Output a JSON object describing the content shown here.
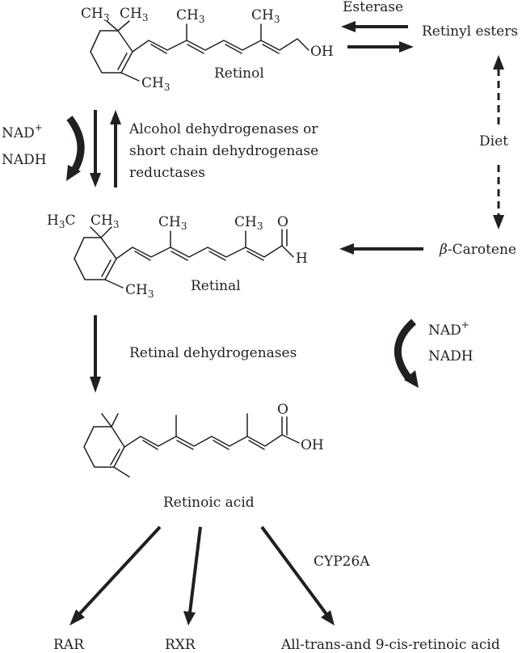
{
  "molecules": {
    "retinol": {
      "name": "Retinol",
      "gem_methyl_left": "H",
      "gem_methyl_left_sub": "3",
      "gem_methyl_left_c": "C",
      "gem_methyl_right": "CH",
      "gem_methyl_right_sub": "3",
      "ring_methyl": "CH",
      "ring_methyl_sub": "3",
      "chain_methyl_1": "CH",
      "chain_methyl_1_sub": "3",
      "chain_methyl_2": "CH",
      "chain_methyl_2_sub": "3",
      "end_group": "OH"
    },
    "retinal": {
      "name": "Retinal",
      "gem_methyl_left": "H",
      "gem_methyl_left_sub": "3",
      "gem_methyl_left_c": "C",
      "gem_methyl_right": "CH",
      "gem_methyl_right_sub": "3",
      "ring_methyl": "CH",
      "ring_methyl_sub": "3",
      "chain_methyl_1": "CH",
      "chain_methyl_1_sub": "3",
      "chain_methyl_2": "CH",
      "chain_methyl_2_sub": "3",
      "aldehyde_o": "O",
      "aldehyde_h": "H"
    },
    "retinoic_acid": {
      "name": "Retinoic acid",
      "acid_o": "O",
      "acid_oh": "OH"
    }
  },
  "labels": {
    "esterase": "Esterase",
    "retinyl_esters": "Retinyl esters",
    "diet": "Diet",
    "beta_carotene_symbol": "β",
    "beta_carotene_rest": "-Carotene",
    "nad_plus_1": "NAD",
    "nad_plus_1_sup": "+",
    "nadh_1": "NADH",
    "enzyme_1_line1": "Alcohol dehydrogenases or",
    "enzyme_1_line2": "short chain dehydrogenase",
    "enzyme_1_line3": "reductases",
    "nad_plus_2": "NAD",
    "nad_plus_2_sup": "+",
    "nadh_2": "NADH",
    "retinal_dehydrogenases": "Retinal dehydrogenases",
    "cyp26a": "CYP26A",
    "rar": "RAR",
    "rxr": "RXR",
    "catabolites": "All-trans-and 9-cis-retinoic acid"
  },
  "colors": {
    "ink": "#231f20",
    "background": "#ffffff"
  }
}
